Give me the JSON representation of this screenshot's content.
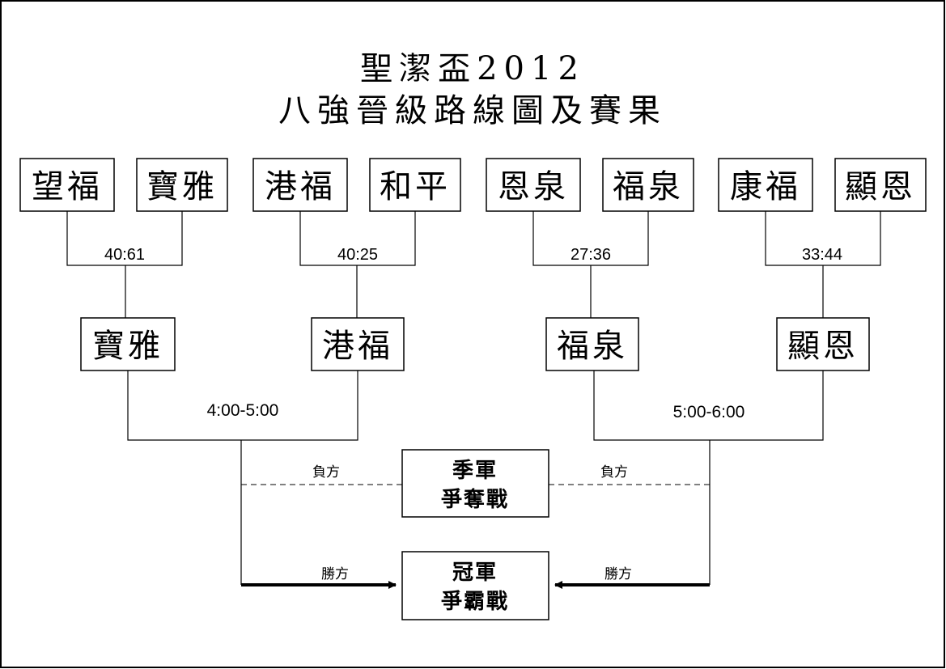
{
  "title": {
    "line1": "聖潔盃2012",
    "line2": "八強晉級路線圖及賽果"
  },
  "round1": [
    {
      "team_a": "望福",
      "team_b": "寶雅",
      "score": "40:61"
    },
    {
      "team_a": "港福",
      "team_b": "和平",
      "score": "40:25"
    },
    {
      "team_a": "恩泉",
      "team_b": "福泉",
      "score": "27:36"
    },
    {
      "team_a": "康福",
      "team_b": "顯恩",
      "score": "33:44"
    }
  ],
  "semifinal_teams": [
    "寶雅",
    "港福",
    "福泉",
    "顯恩"
  ],
  "semifinal_times": [
    "4:00-5:00",
    "5:00-6:00"
  ],
  "third_place": {
    "line1": "季軍",
    "line2": "爭奪戰",
    "loser_label_left": "負方",
    "loser_label_right": "負方"
  },
  "final": {
    "line1": "冠軍",
    "line2": "爭霸戰",
    "winner_label_left": "勝方",
    "winner_label_right": "勝方"
  }
}
